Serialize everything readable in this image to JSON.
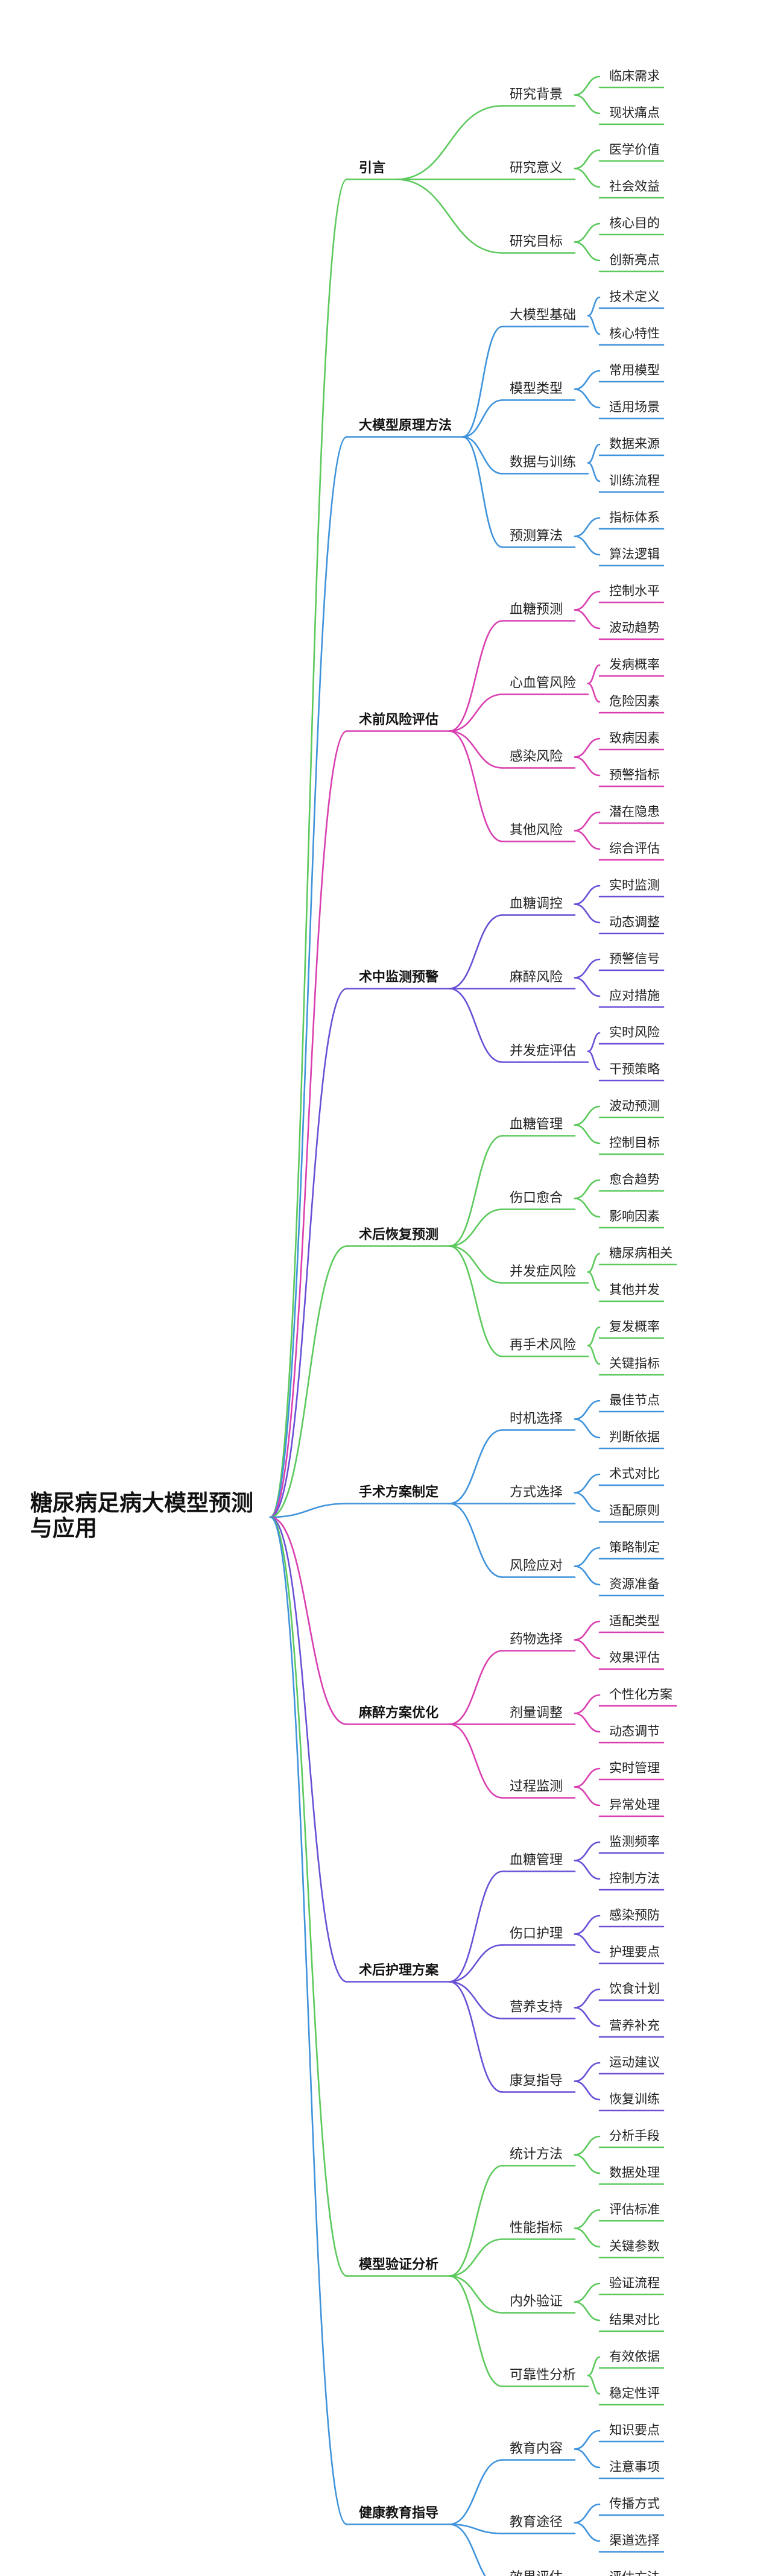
{
  "root": {
    "title_lines": [
      "糖尿病足病大模型预测",
      "与应用"
    ]
  },
  "palette": [
    "#5bc95b",
    "#3f93db",
    "#d93fb0",
    "#6a4fd6"
  ],
  "branches": [
    {
      "label": "引言",
      "children": [
        {
          "label": "研究背景",
          "children": [
            "临床需求",
            "现状痛点"
          ]
        },
        {
          "label": "研究意义",
          "children": [
            "医学价值",
            "社会效益"
          ]
        },
        {
          "label": "研究目标",
          "children": [
            "核心目的",
            "创新亮点"
          ]
        }
      ]
    },
    {
      "label": "大模型原理方法",
      "children": [
        {
          "label": "大模型基础",
          "children": [
            "技术定义",
            "核心特性"
          ]
        },
        {
          "label": "模型类型",
          "children": [
            "常用模型",
            "适用场景"
          ]
        },
        {
          "label": "数据与训练",
          "children": [
            "数据来源",
            "训练流程"
          ]
        },
        {
          "label": "预测算法",
          "children": [
            "指标体系",
            "算法逻辑"
          ]
        }
      ]
    },
    {
      "label": "术前风险评估",
      "children": [
        {
          "label": "血糖预测",
          "children": [
            "控制水平",
            "波动趋势"
          ]
        },
        {
          "label": "心血管风险",
          "children": [
            "发病概率",
            "危险因素"
          ]
        },
        {
          "label": "感染风险",
          "children": [
            "致病因素",
            "预警指标"
          ]
        },
        {
          "label": "其他风险",
          "children": [
            "潜在隐患",
            "综合评估"
          ]
        }
      ]
    },
    {
      "label": "术中监测预警",
      "children": [
        {
          "label": "血糖调控",
          "children": [
            "实时监测",
            "动态调整"
          ]
        },
        {
          "label": "麻醉风险",
          "children": [
            "预警信号",
            "应对措施"
          ]
        },
        {
          "label": "并发症评估",
          "children": [
            "实时风险",
            "干预策略"
          ]
        }
      ]
    },
    {
      "label": "术后恢复预测",
      "children": [
        {
          "label": "血糖管理",
          "children": [
            "波动预测",
            "控制目标"
          ]
        },
        {
          "label": "伤口愈合",
          "children": [
            "愈合趋势",
            "影响因素"
          ]
        },
        {
          "label": "并发症风险",
          "children": [
            "糖尿病相关",
            "其他并发"
          ]
        },
        {
          "label": "再手术风险",
          "children": [
            "复发概率",
            "关键指标"
          ]
        }
      ]
    },
    {
      "label": "手术方案制定",
      "children": [
        {
          "label": "时机选择",
          "children": [
            "最佳节点",
            "判断依据"
          ]
        },
        {
          "label": "方式选择",
          "children": [
            "术式对比",
            "适配原则"
          ]
        },
        {
          "label": "风险应对",
          "children": [
            "策略制定",
            "资源准备"
          ]
        }
      ]
    },
    {
      "label": "麻醉方案优化",
      "children": [
        {
          "label": "药物选择",
          "children": [
            "适配类型",
            "效果评估"
          ]
        },
        {
          "label": "剂量调整",
          "children": [
            "个性化方案",
            "动态调节"
          ]
        },
        {
          "label": "过程监测",
          "children": [
            "实时管理",
            "异常处理"
          ]
        }
      ]
    },
    {
      "label": "术后护理方案",
      "children": [
        {
          "label": "血糖管理",
          "children": [
            "监测频率",
            "控制方法"
          ]
        },
        {
          "label": "伤口护理",
          "children": [
            "感染预防",
            "护理要点"
          ]
        },
        {
          "label": "营养支持",
          "children": [
            "饮食计划",
            "营养补充"
          ]
        },
        {
          "label": "康复指导",
          "children": [
            "运动建议",
            "恢复训练"
          ]
        }
      ]
    },
    {
      "label": "模型验证分析",
      "children": [
        {
          "label": "统计方法",
          "children": [
            "分析手段",
            "数据处理"
          ]
        },
        {
          "label": "性能指标",
          "children": [
            "评估标准",
            "关键参数"
          ]
        },
        {
          "label": "内外验证",
          "children": [
            "验证流程",
            "结果对比"
          ]
        },
        {
          "label": "可靠性分析",
          "children": [
            "有效依据",
            "稳定性评"
          ]
        }
      ]
    },
    {
      "label": "健康教育指导",
      "children": [
        {
          "label": "教育内容",
          "children": [
            "知识要点",
            "注意事项"
          ]
        },
        {
          "label": "教育途径",
          "children": [
            "传播方式",
            "渠道选择"
          ]
        },
        {
          "label": "效果评估",
          "children": [
            "评估方法"
          ]
        }
      ]
    }
  ]
}
